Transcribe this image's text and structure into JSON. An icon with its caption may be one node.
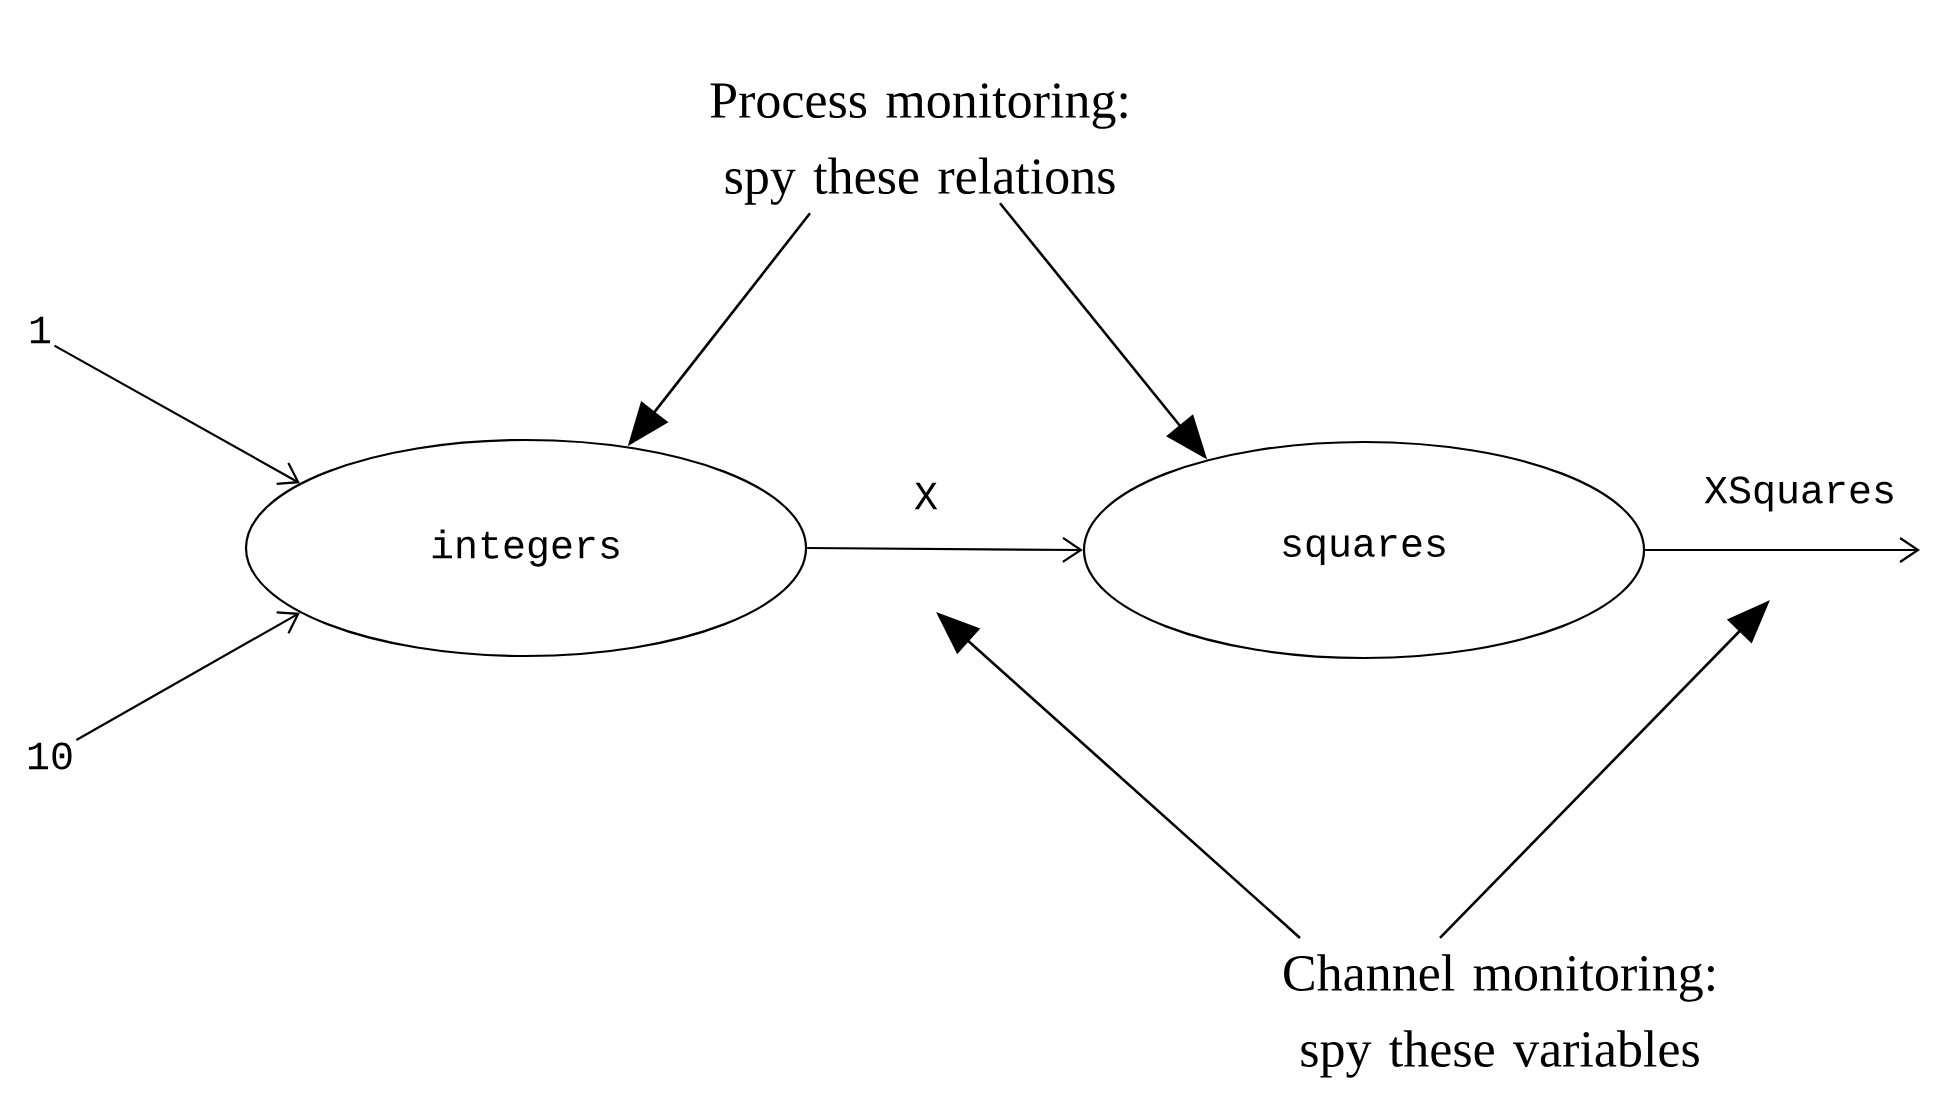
{
  "diagram": {
    "nodes": [
      {
        "text": [
          "1"
        ]
      },
      {
        "text": [
          "10"
        ]
      },
      {
        "text": [
          "integers"
        ]
      },
      {
        "text": [
          "squares"
        ]
      },
      {
        "text": [
          "Process monitoring: spy these relations"
        ]
      },
      {
        "text": [
          "Channel monitoring: spy these variables"
        ]
      }
    ],
    "edges": [
      {
        "from": 0,
        "to": 2,
        "arrow": "to"
      },
      {
        "from": 1,
        "to": 2,
        "arrow": "to"
      },
      {
        "from": 2,
        "to": 3,
        "label": "X",
        "arrow": "to"
      },
      {
        "from": 3,
        "to": null,
        "label": "XSquares",
        "arrow": "to"
      },
      {
        "from": 4,
        "to": 2,
        "arrow": "to"
      },
      {
        "from": 4,
        "to": 3,
        "arrow": "to"
      },
      {
        "from": 5,
        "to": null,
        "arrow": "to"
      },
      {
        "from": 5,
        "to": null,
        "arrow": "to"
      }
    ]
  }
}
